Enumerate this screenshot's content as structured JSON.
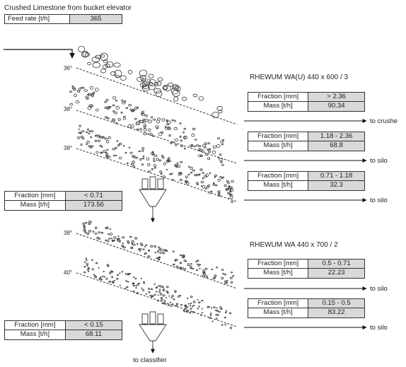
{
  "header": {
    "title": "Crushed Limestone from bucket elevator",
    "feed_label": "Feed rate [t/h]",
    "feed_value": "365"
  },
  "screen1": {
    "title": "RHEWUM WA(U) 440 x 600 / 3",
    "angles": [
      "36°",
      "38°",
      "38°"
    ],
    "fractions": [
      {
        "fraction_label": "Fraction [mm]",
        "fraction": "> 2.36",
        "mass_label": "Mass [t/h]",
        "mass": "90.34",
        "destination": "to crushe"
      },
      {
        "fraction_label": "Fraction [mm]",
        "fraction": "1.18 - 2.36",
        "mass_label": "Mass [t/h]",
        "mass": "68.8",
        "destination": "to silo"
      },
      {
        "fraction_label": "Fraction [mm]",
        "fraction": "0.71 - 1.18",
        "mass_label": "Mass [t/h]",
        "mass": "32.3",
        "destination": "to silo"
      }
    ],
    "underflow": {
      "fraction_label": "Fraction [mm]",
      "fraction": "< 0.71",
      "mass_label": "Mass [t/h]",
      "mass": "173.56"
    }
  },
  "screen2": {
    "title": "RHEWUM WA 440 x 700 / 2",
    "angles": [
      "38°",
      "40°"
    ],
    "fractions": [
      {
        "fraction_label": "Fraction [mm]",
        "fraction": "0.5 - 0.71",
        "mass_label": "Mass [t/h]",
        "mass": "22.23",
        "destination": "to silo"
      },
      {
        "fraction_label": "Fraction [mm]",
        "fraction": "0.15 - 0.5",
        "mass_label": "Mass [t/h]",
        "mass": "83.22",
        "destination": "to silo"
      }
    ],
    "underflow": {
      "fraction_label": "Fraction [mm]",
      "fraction": "< 0.15",
      "mass_label": "Mass [t/h]",
      "mass": "68.11"
    }
  },
  "footer": {
    "destination": "to classifier"
  }
}
